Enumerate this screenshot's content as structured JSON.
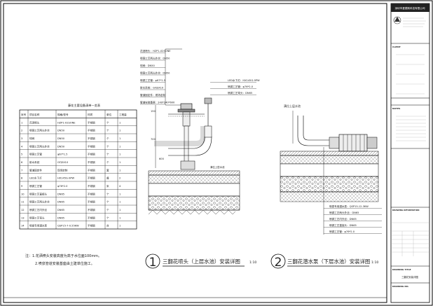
{
  "table": {
    "title": "藤花主要设备清单一览表",
    "headers": [
      "序号",
      "项目名称",
      "规格/型号",
      "材质",
      "单位",
      "工程量"
    ],
    "rows": [
      [
        "1",
        "花洒喷头",
        "HZP1-02SONE",
        "不锈钢",
        "个",
        "1"
      ],
      [
        "2",
        "喷铜工艺两头外丝",
        "DN50",
        "不锈钢",
        "个",
        "1"
      ],
      [
        "3",
        "球阀",
        "DN50",
        "不锈钢",
        "个",
        "1"
      ],
      [
        "4",
        "喷铜工艺两头外丝",
        "DN50",
        "不锈钢",
        "个",
        "1"
      ],
      [
        "5",
        "喷铜工艺管",
        "φ67*1.5",
        "不锈钢",
        "个",
        "1"
      ],
      [
        "6",
        "射水系统",
        "GFJSX10",
        "不锈钢",
        "个",
        "1"
      ],
      [
        "7",
        "管道固定件",
        "现场定制",
        "不锈钢",
        "套",
        "1"
      ],
      [
        "8",
        "LED水下灯",
        "HX145G-9PW",
        "不锈钢",
        "盏",
        "2"
      ],
      [
        "9",
        "喷铜工艺管",
        "φ76*2.0",
        "不锈钢",
        "米",
        "4"
      ],
      [
        "10",
        "喷铜工艺直接头",
        "DN65",
        "不锈钢",
        "个",
        "1"
      ],
      [
        "11",
        "喷铜工艺两头外丝",
        "DN65",
        "不锈钢",
        "个",
        "1"
      ],
      [
        "12",
        "喷铜工艺内外丝",
        "DN65",
        "不锈钢",
        "个",
        "1"
      ],
      [
        "13",
        "喷铜工艺弯头",
        "DN65",
        "不锈钢",
        "个",
        "1"
      ],
      [
        "14",
        "喷泉专用潜水泵",
        "QSP15-7-0.55KW",
        "不锈钢",
        "台",
        "1"
      ]
    ]
  },
  "notes": [
    "注：1.花洒喷头安装高度为高于水位面100mm。",
    "2.喷泉管道安装基座由土建单位施工。"
  ],
  "drawing1": {
    "number": "1",
    "title": "三翻花喷头（上层水池）安装详图",
    "scale": "1:10",
    "labels": [
      "花洒喷头：HZP1-02SONE",
      "喷铜工艺两头外丝：DN50",
      "球阀：DN50",
      "喷铜工艺两头外丝：DN50",
      "喷铜工艺管：φ67*1.5",
      "射水系统：GFJSX10",
      "管道固定件：现场定制",
      "管道安装基座：240*240*600",
      "LED水下灯：HX145G-9PW",
      "喷铜工艺管：φ76*2.0",
      "喷铜工艺弯头：DN65"
    ],
    "dims": [
      "150",
      "700",
      "600"
    ],
    "water_label": "满位上层水池"
  },
  "drawing2": {
    "number": "2",
    "title": "三翻花潜水泵（下层水池）安装详图",
    "scale": "1:10",
    "water_label": "满位上层水池",
    "labels": [
      "喷泉专用潜水泵：QSP15-12-3KW",
      "喷铜工艺两头外丝：DN65",
      "喷铜工艺内外丝：DN65",
      "喷铜工艺直接头：DN65",
      "喷铜工艺管：φ76*2.0"
    ]
  },
  "title_block": {
    "company": "深圳市爱德斯科技有限公司",
    "sections": [
      "CLIENT",
      "NOTES",
      "DRAWING INFORMATION",
      "DRAWING TITLE",
      "DRAWING NO."
    ],
    "drawing_title": "三翻花安装详图"
  }
}
